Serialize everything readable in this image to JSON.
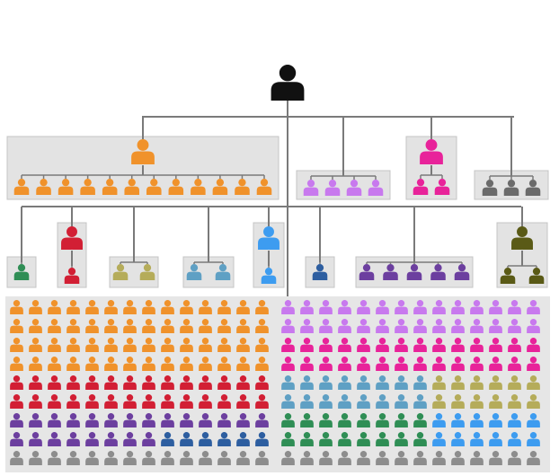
{
  "palette": {
    "root": "#111111",
    "connector": "#7a7a7a",
    "box_fill": "#e3e3e3",
    "box_stroke": "#c4c4c4",
    "grid_bg": "#e6e6e6"
  },
  "icons": {
    "person": "person-icon"
  },
  "org": {
    "root": {
      "color": "#111111"
    },
    "level1": [
      {
        "id": "orange",
        "color": "#f0922b",
        "head": true,
        "members": 12
      },
      {
        "id": "lavender",
        "color": "#c879ee",
        "head": false,
        "members": 4
      },
      {
        "id": "magenta",
        "color": "#e8239a",
        "head": true,
        "members": 2
      },
      {
        "id": "gray",
        "color": "#6b6b6b",
        "head": false,
        "members": 3
      }
    ],
    "level2": [
      {
        "id": "green",
        "color": "#2f8e55",
        "head": false,
        "members": 1
      },
      {
        "id": "red",
        "color": "#d21f34",
        "head": true,
        "members": 1
      },
      {
        "id": "olive",
        "color": "#b5ac5a",
        "head": false,
        "members": 2
      },
      {
        "id": "steel",
        "color": "#5fa0c4",
        "head": false,
        "members": 2
      },
      {
        "id": "skyblue",
        "color": "#3d9cf0",
        "head": true,
        "members": 1
      },
      {
        "id": "navy",
        "color": "#2d5ea0",
        "head": false,
        "members": 1
      },
      {
        "id": "purple",
        "color": "#6c3f9f",
        "head": false,
        "members": 5
      },
      {
        "id": "darkolive",
        "color": "#5a5a16",
        "head": true,
        "members": 2
      }
    ]
  },
  "population": {
    "left": [
      {
        "color": "#f0922b",
        "rows": 4
      },
      {
        "color": "#d21f34",
        "rows": 2
      },
      {
        "color": "#6c3f9f",
        "rows": 1
      },
      {
        "color": "#6c3f9f",
        "rows": 1,
        "split": "#2d5ea0",
        "split_cols": 8
      },
      {
        "color": "#8d8d8d",
        "rows": 1
      }
    ],
    "right": [
      {
        "color": "#c879ee",
        "rows": 2
      },
      {
        "color": "#e8239a",
        "rows": 2
      },
      {
        "color": "#5fa0c4",
        "rows": 2,
        "split": "#b5ac5a",
        "split_cols": 8
      },
      {
        "color": "#2f8e55",
        "rows": 2,
        "split": "#3d9cf0",
        "split_cols": 8
      },
      {
        "color": "#8d8d8d",
        "rows": 1
      }
    ]
  }
}
